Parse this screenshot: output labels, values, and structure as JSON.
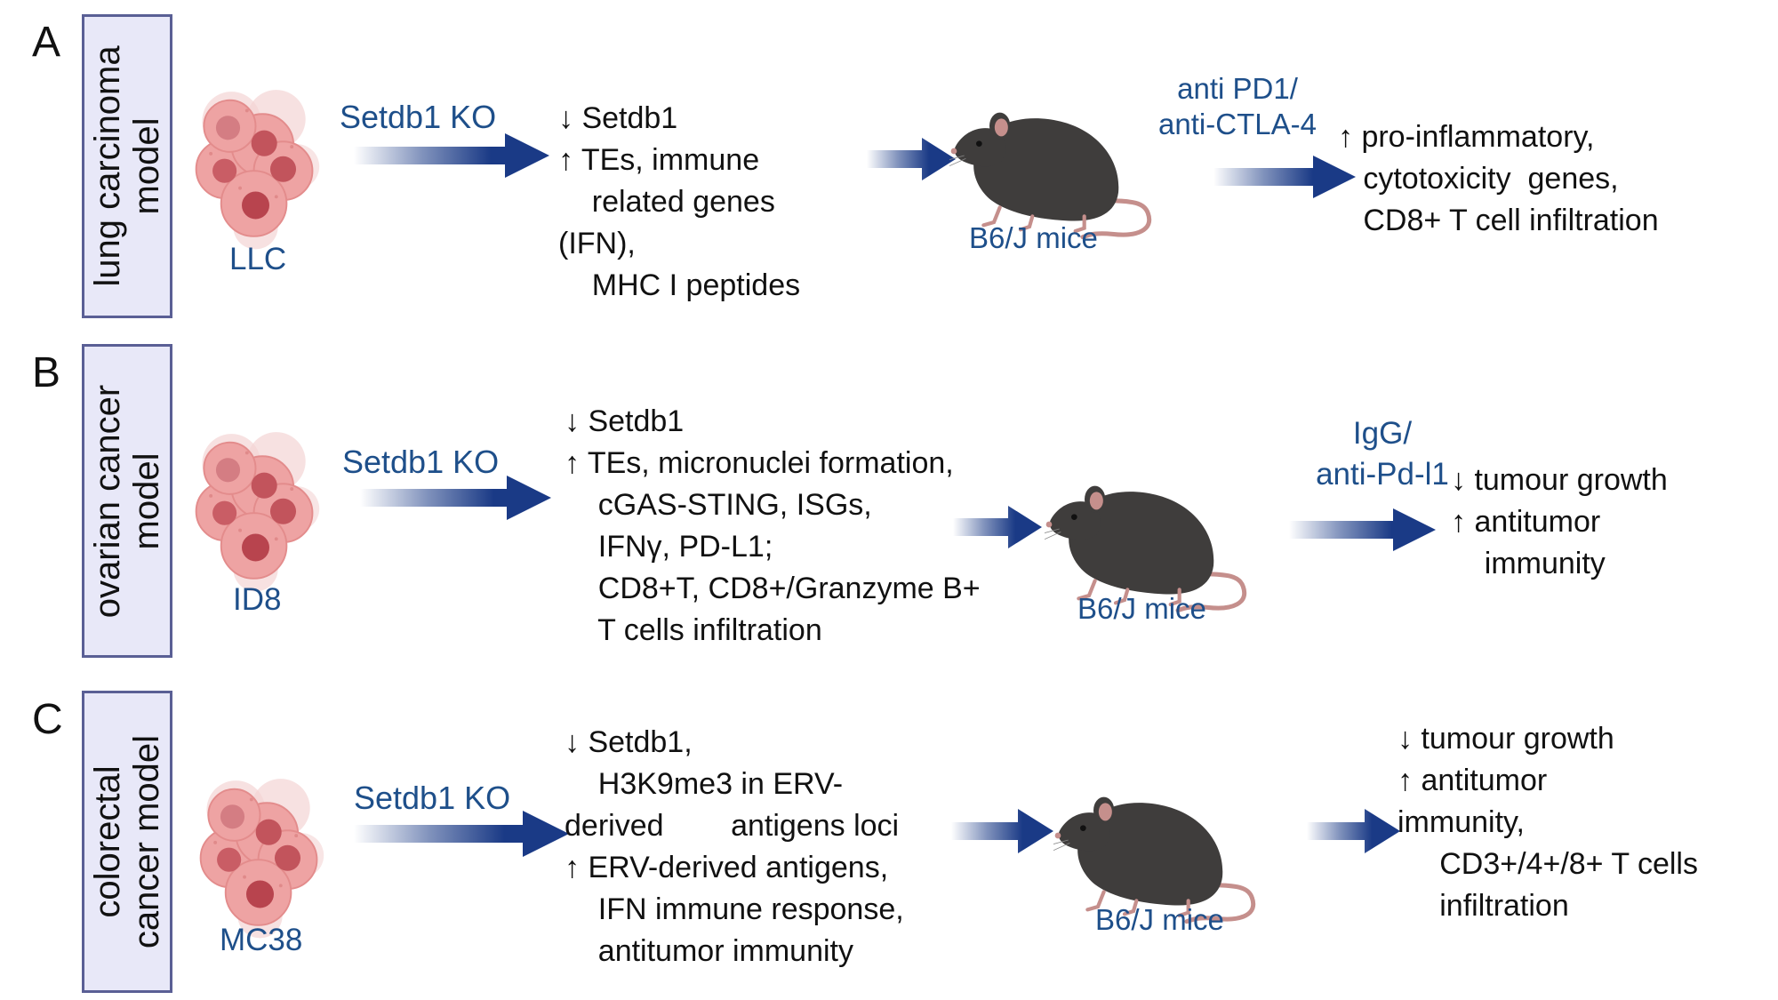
{
  "colors": {
    "label_blue": "#1e4f8a",
    "arrow_blue": "#1a3a86",
    "box_fill": "#e8e8f8",
    "box_border": "#5a5f95",
    "cell_pink": "#eea3a3",
    "nucleus": "#c2545c",
    "mouse_body": "#3f3d3c",
    "mouse_pink": "#c58f8c"
  },
  "icons": {
    "cell_cluster": "cancer-cell-cluster-icon",
    "mouse": "mouse-icon",
    "arrow": "right-arrow-icon"
  },
  "panels": [
    {
      "letter": "A",
      "model": [
        "lung carcinoma",
        "model"
      ],
      "cell_line": "LLC",
      "treatment": "Setdb1 KO",
      "in_vitro": [
        "↓ Setdb1",
        "↑ TEs, immune",
        "    related genes",
        "(IFN),",
        "    MHC I peptides"
      ],
      "mice": "B6/J mice",
      "therapy": [
        "anti PD1/",
        "anti-CTLA-4"
      ],
      "outcome": [
        "↑ pro-inflammatory,",
        "   cytotoxicity  genes,",
        "   CD8+ T cell infiltration"
      ]
    },
    {
      "letter": "B",
      "model": [
        "ovarian cancer",
        "model"
      ],
      "cell_line": "ID8",
      "treatment": "Setdb1 KO",
      "in_vitro": [
        "↓ Setdb1",
        "↑ TEs, micronuclei formation,",
        "    cGAS-STING, ISGs,",
        "    IFNγ, PD-L1;",
        "    CD8+T, CD8+/Granzyme B+",
        "    T cells infiltration"
      ],
      "mice": "B6/J mice",
      "therapy": [
        "IgG/",
        "anti-Pd-l1"
      ],
      "outcome": [
        "↓ tumour growth",
        "↑ antitumor",
        "    immunity"
      ]
    },
    {
      "letter": "C",
      "model": [
        "colorectal",
        "cancer model"
      ],
      "cell_line": "MC38",
      "treatment": "Setdb1 KO",
      "in_vitro": [
        "↓ Setdb1,",
        "    H3K9me3 in ERV-",
        "derived        antigens loci",
        "↑ ERV-derived antigens,",
        "    IFN immune response,",
        "    antitumor immunity"
      ],
      "mice": "B6/J mice",
      "therapy": [],
      "outcome": [
        "↓ tumour growth",
        "↑ antitumor",
        "immunity,",
        "     CD3+/4+/8+ T cells",
        "     infiltration"
      ]
    }
  ]
}
